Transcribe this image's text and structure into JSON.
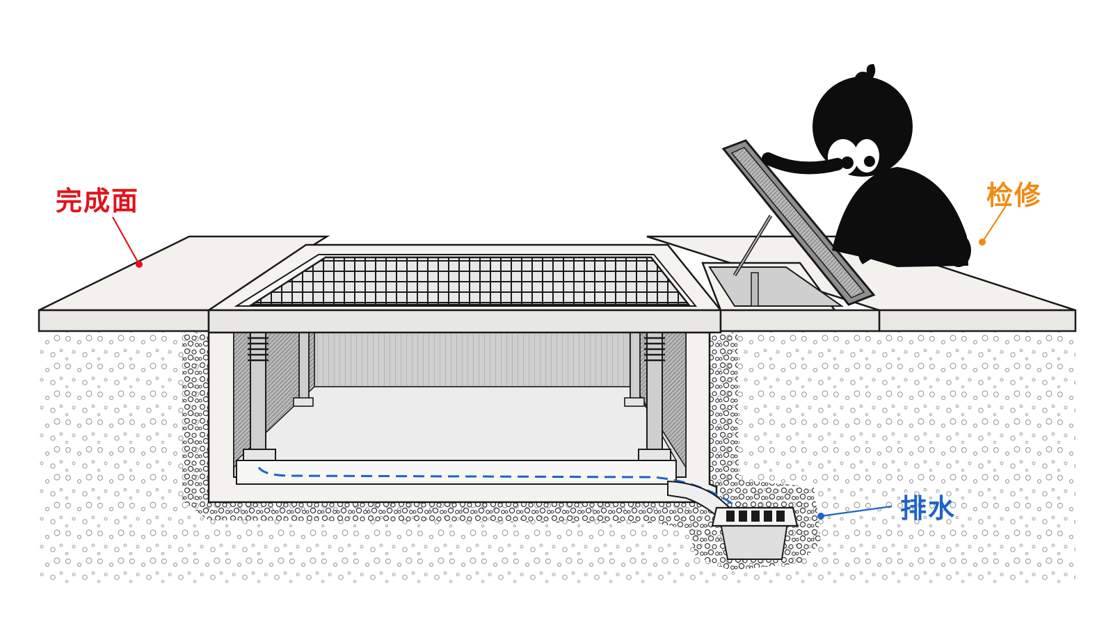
{
  "labels": {
    "finish_surface": "完成面",
    "maintenance": "检修",
    "drainage": "排水"
  },
  "colors": {
    "finish_surface": "#e0131b",
    "maintenance": "#f28a12",
    "drainage": "#1f63c6",
    "ink": "#1a1a1a",
    "slab": "#f2f1ee",
    "pit": "#d9d9d9",
    "character": "#0d0d0d"
  },
  "icons": {
    "finish_marker": "dot-marker",
    "maint_marker": "dot-marker",
    "drain_marker": "dot-marker",
    "character": "black-blob-mascot"
  }
}
